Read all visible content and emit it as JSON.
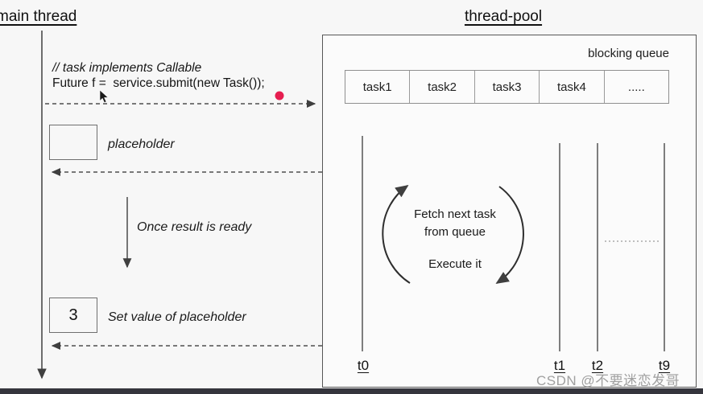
{
  "main_thread": {
    "title": "main thread",
    "code_comment": "// task implements Callable",
    "code_line": "Future f =  service.submit(new Task());",
    "placeholder_label": "placeholder",
    "once_ready_label": "Once result is ready",
    "placeholder_value": "3",
    "set_value_label": "Set value of placeholder"
  },
  "pool": {
    "title": "thread-pool",
    "queue_label": "blocking queue",
    "queue_cells": [
      "task1",
      "task2",
      "task3",
      "task4",
      "....."
    ],
    "cycle": {
      "line1": "Fetch next task",
      "line2": "from queue",
      "line3": "Execute it"
    },
    "thread_labels": [
      "t0",
      "t1",
      "t2",
      "t9"
    ]
  },
  "watermark": "CSDN @不要迷恋发哥",
  "colors": {
    "pointer_dot": "#e61e50",
    "line": "#4a4a4a",
    "background": "#f7f7f7"
  }
}
